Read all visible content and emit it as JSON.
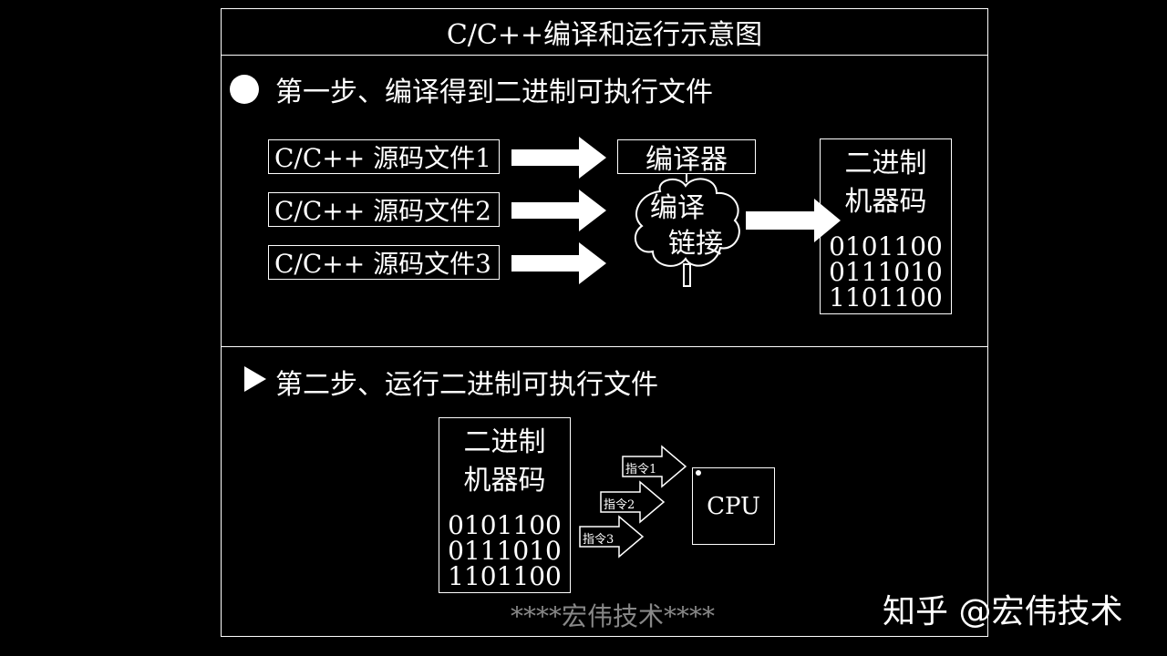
{
  "title": "C/C++编译和运行示意图",
  "step1": {
    "label": "第一步、编译得到二进制可执行文件",
    "sources": [
      "C/C++ 源码文件1",
      "C/C++ 源码文件2",
      "C/C++ 源码文件3"
    ],
    "compiler": "编译器",
    "cloud_line1": "编译",
    "cloud_line2": "链接",
    "binary_label_line1": "二进制",
    "binary_label_line2": "机器码",
    "binary_code": [
      "0101100",
      "0111010",
      "1101100"
    ]
  },
  "step2": {
    "label": "第二步、运行二进制可执行文件",
    "binary_label_line1": "二进制",
    "binary_label_line2": "机器码",
    "binary_code": [
      "0101100",
      "0111010",
      "1101100"
    ],
    "instructions": [
      "指令1",
      "指令2",
      "指令3"
    ],
    "cpu": "CPU"
  },
  "watermarks": {
    "center": "****宏伟技术****",
    "corner": "知乎 @宏伟技术"
  },
  "colors": {
    "background": "#000000",
    "foreground": "#ffffff",
    "watermark": "#888888"
  }
}
